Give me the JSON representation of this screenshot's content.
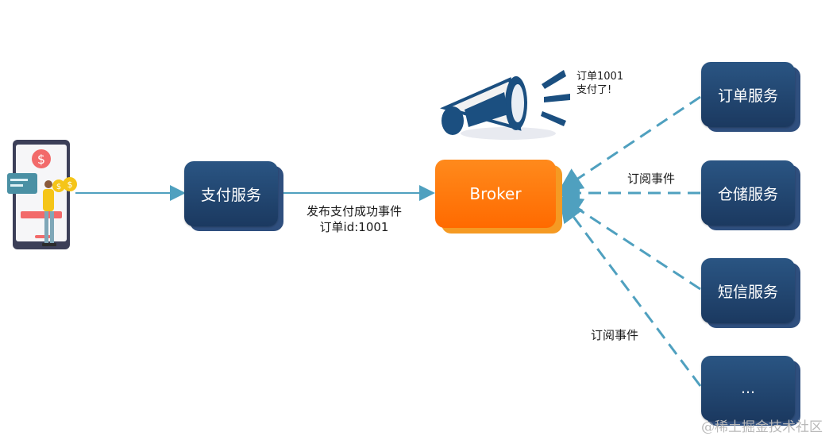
{
  "payment_service": {
    "label": "支付服务"
  },
  "broker": {
    "label": "Broker"
  },
  "publish_edge": {
    "line1": "发布支付成功事件",
    "line2": "订单id:1001"
  },
  "announcement": {
    "line1": "订单1001",
    "line2": "支付了!"
  },
  "subscribers": [
    {
      "label": "订单服务"
    },
    {
      "label": "仓储服务"
    },
    {
      "label": "短信服务"
    },
    {
      "label": "..."
    }
  ],
  "subscribe_labels": {
    "upper": "订阅事件",
    "lower": "订阅事件"
  },
  "watermark": "@稀土掘金技术社区",
  "colors": {
    "service_card": "#1e3f66",
    "broker": "#ff6f00",
    "arrow": "#4fa0bf"
  },
  "icons": {
    "payment_app": "phone-payment-icon",
    "announcement": "megaphone-icon"
  }
}
